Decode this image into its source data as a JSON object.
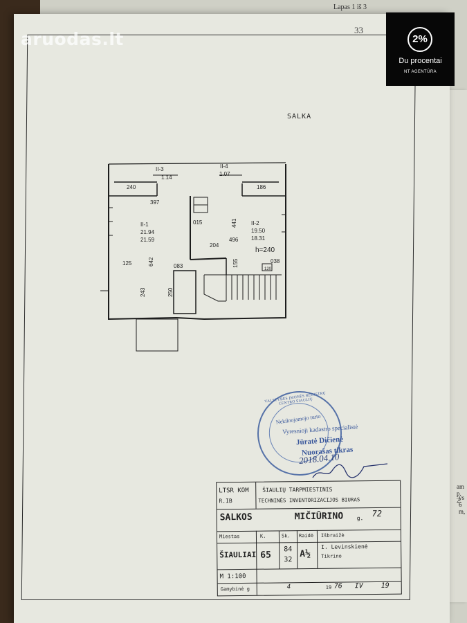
{
  "header": {
    "page_label": "Lapas 1 iš 3",
    "page_number": "33"
  },
  "watermark": {
    "text": "aruodas.lt"
  },
  "logo": {
    "mark": "2%",
    "name": "Du procentai",
    "subtitle": "NT AGENTŪRA"
  },
  "side_notes": {
    "line1": "am p. 2.",
    "line2": "ys 6 m,"
  },
  "plan": {
    "title": "SALKA",
    "labels": {
      "room1_id": "II-1",
      "room1_area_a": "21.94",
      "room1_area_b": "21.59",
      "room2_id": "II-2",
      "room2_area_a": "19.50",
      "room2_area_b": "18.31",
      "height": "h=240",
      "room3_id": "II-3",
      "room3_area": "1.14",
      "room4_id": "II-4",
      "room4_area": "1.07",
      "d_240": "240",
      "d_186": "186",
      "d_397": "397",
      "d_015": "015",
      "d_441": "441",
      "d_642": "642",
      "d_496": "496",
      "d_204": "204",
      "d_125": "125",
      "d_083": "083",
      "d_155": "155",
      "d_038": "038",
      "d_243": "243",
      "d_250": "250",
      "d_120": "120"
    }
  },
  "stamp": {
    "ring": "VALSTYBĖS ĮMONĖS REGISTRŲ CENTRO ŠIAULIŲ",
    "line1": "Nekilnojamojo turto",
    "line2": "Vyresnioji kadastro specialistė",
    "name": "Jūratė Dičienė",
    "certified": "Nuorašas tikras",
    "date": "2018.04.10"
  },
  "titleblock": {
    "org_left1": "LTSR KOM",
    "org_left2": "R.IB",
    "org_right1": "ŠIAULIŲ TARPMIESTINIS",
    "org_right2": "TECHNINĖS INVENTORIZACIJOS BIURAS",
    "object": "SALKOS",
    "street": "MIČIŪRINO",
    "street_suffix": "g.",
    "house": "72",
    "row3_a": "Miestas",
    "row3_b": "K.",
    "row3_c": "Sk.",
    "row3_d": "Raidė",
    "row3_e": "Išbraižė",
    "drawer": "I. Levinskienė",
    "city": "ŠIAULIAI",
    "num1": "65",
    "num2a": "84",
    "num2b": "32",
    "letter": "A½",
    "checked": "Tikrino",
    "scale": "M 1:100",
    "made": "Gamybinė g",
    "year_prefix": "19",
    "year": "76",
    "month": "IV",
    "day": "19",
    "col_num": "4"
  }
}
